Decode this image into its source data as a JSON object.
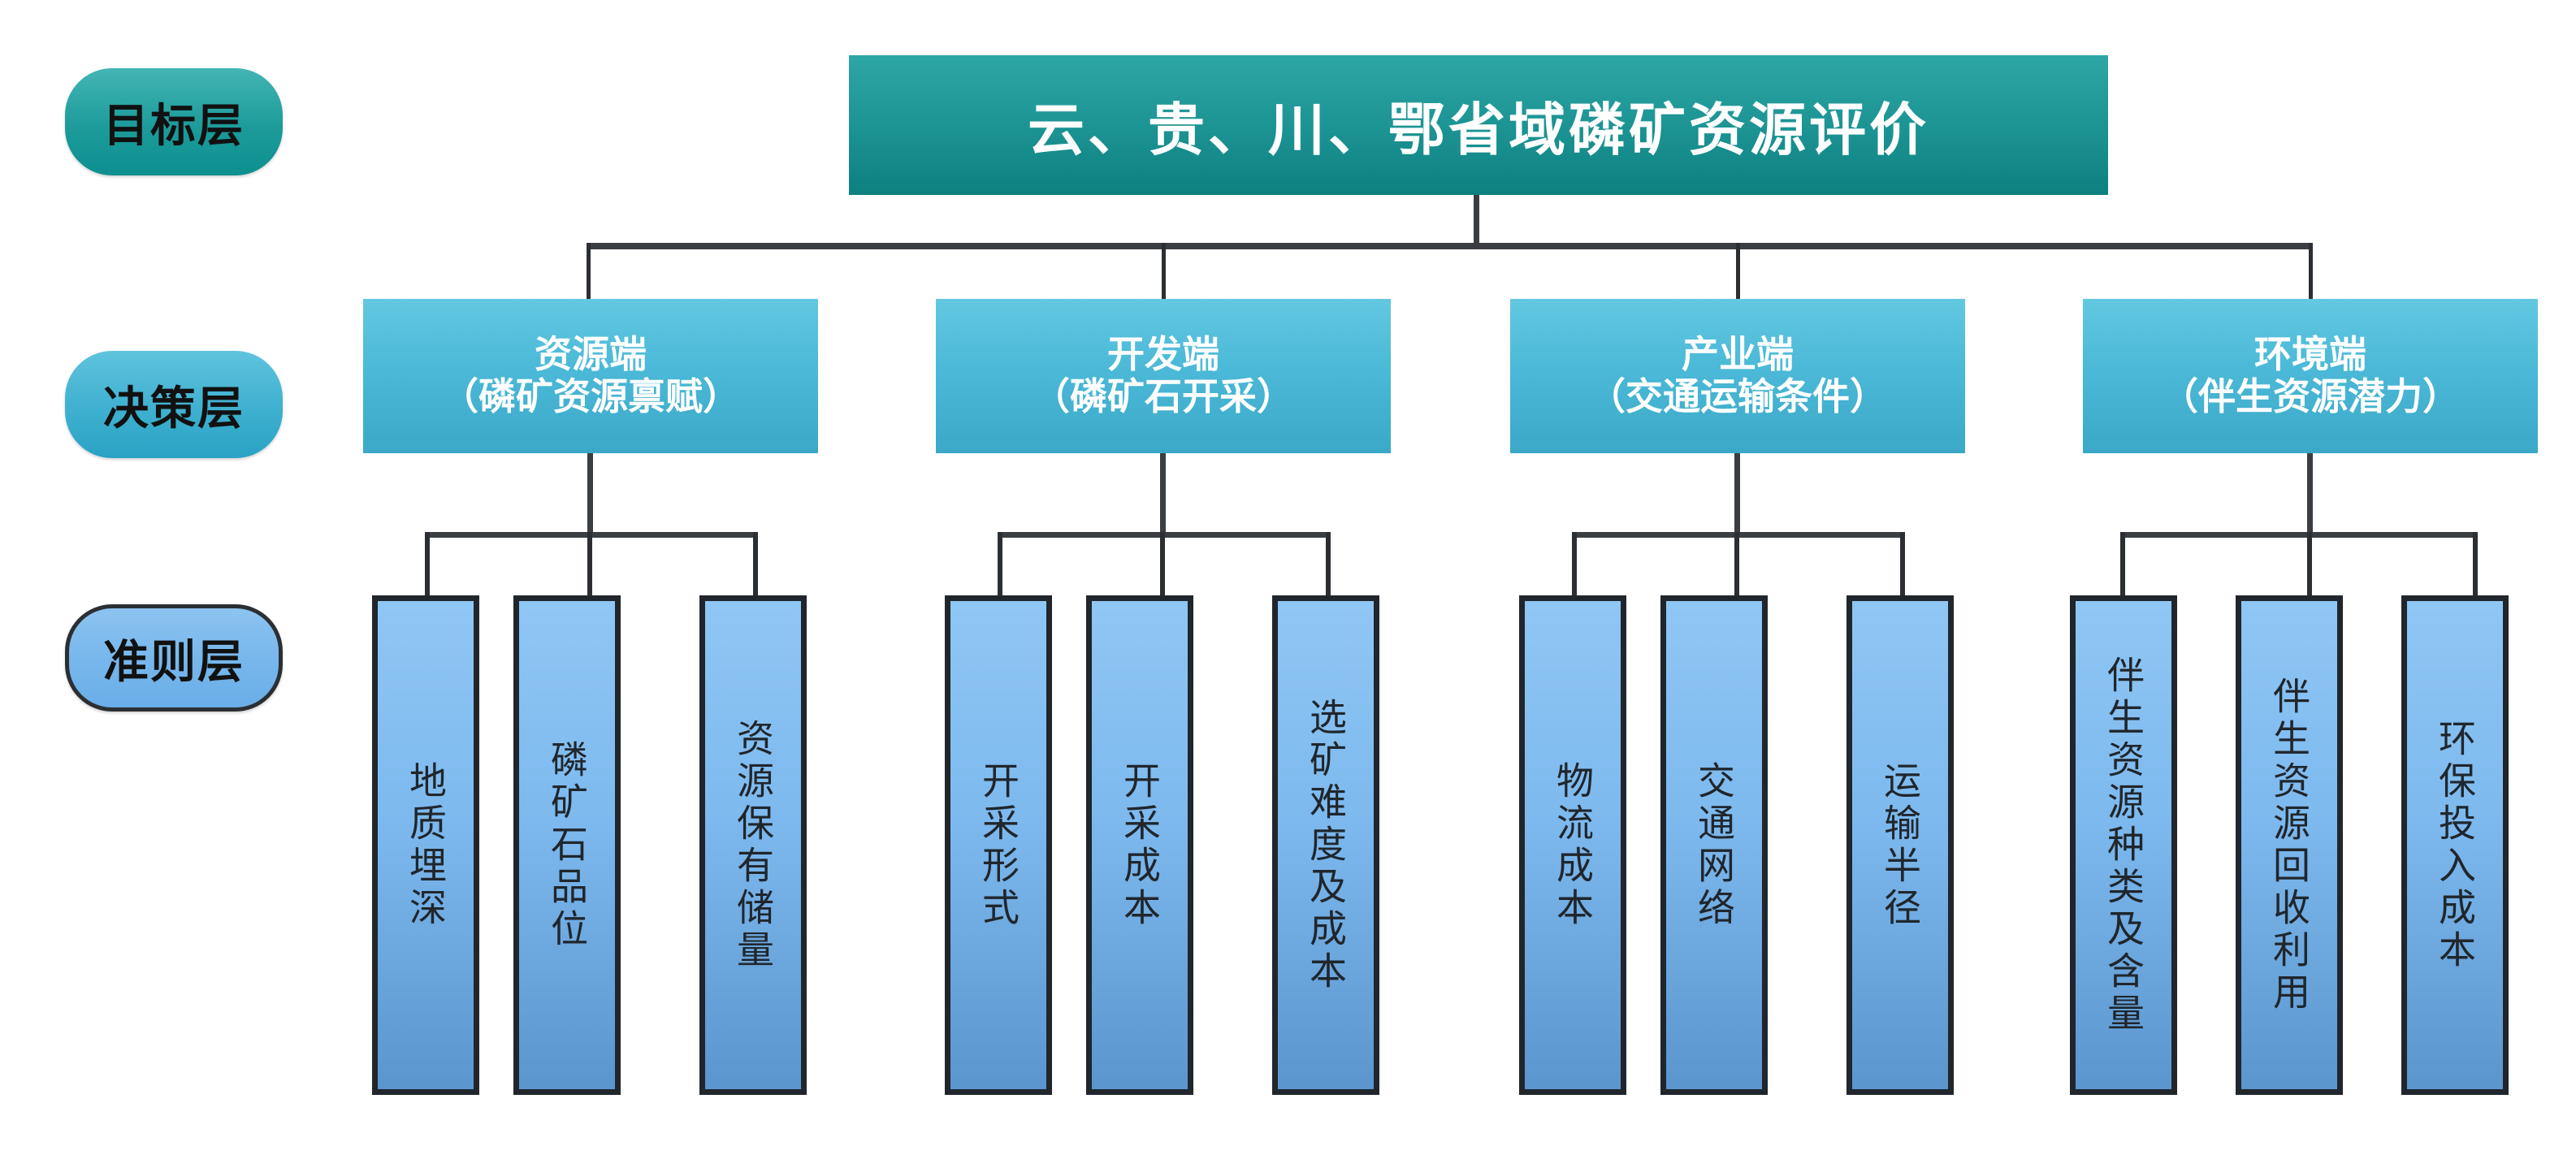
{
  "diagram": {
    "title": "云、贵、川、鄂省域磷矿资源评价",
    "layers": [
      {
        "id": "goal",
        "label": "目标层"
      },
      {
        "id": "decision",
        "label": "决策层"
      },
      {
        "id": "criteria",
        "label": "准则层"
      }
    ],
    "colors": {
      "goal_box": "#1f9696",
      "decision_box": "#4bb9d7",
      "criteria_box": "#7db9ee",
      "connector": "#2b2f33",
      "criteria_border": "#20262c",
      "goal_pill": "#1d9b9b",
      "decision_pill": "#3fb0d0",
      "criteria_pill": "#76b6ec"
    },
    "decision_nodes": [
      {
        "id": "resource",
        "line1": "资源端",
        "line2": "（磷矿资源禀赋）"
      },
      {
        "id": "development",
        "line1": "开发端",
        "line2": "（磷矿石开采）"
      },
      {
        "id": "industry",
        "line1": "产业端",
        "line2": "（交通运输条件）"
      },
      {
        "id": "environment",
        "line1": "环境端",
        "line2": "（伴生资源潜力）"
      }
    ],
    "criteria_nodes": [
      {
        "group": "resource",
        "label": "地质埋深"
      },
      {
        "group": "resource",
        "label": "磷矿石品位"
      },
      {
        "group": "resource",
        "label": "资源保有储量"
      },
      {
        "group": "development",
        "label": "开采形式"
      },
      {
        "group": "development",
        "label": "开采成本"
      },
      {
        "group": "development",
        "label": "选矿难度及成本"
      },
      {
        "group": "industry",
        "label": "物流成本"
      },
      {
        "group": "industry",
        "label": "交通网络"
      },
      {
        "group": "industry",
        "label": "运输半径"
      },
      {
        "group": "environment",
        "label": "伴生资源种类及含量"
      },
      {
        "group": "environment",
        "label": "伴生资源回收利用"
      },
      {
        "group": "environment",
        "label": "环保投入成本"
      }
    ]
  }
}
